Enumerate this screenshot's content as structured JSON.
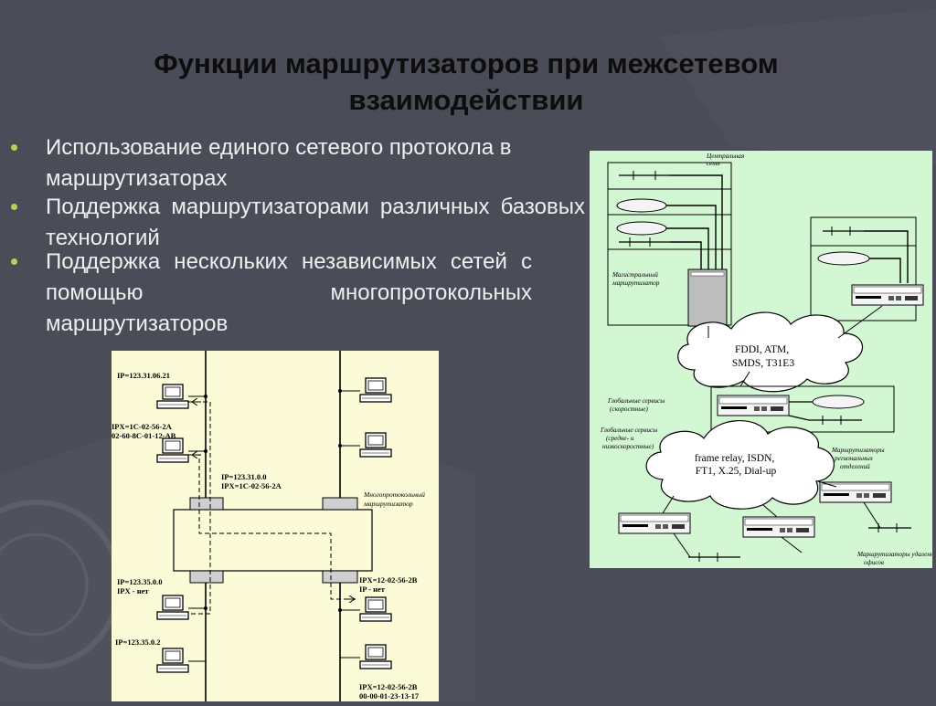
{
  "slide": {
    "title": "Функции маршрутизаторов при межсетевом взаимодействии",
    "bullets": [
      "Использование единого сетевого протокола в маршрутизаторах",
      "Поддержка маршрутизаторами различных базовых технологий",
      "Поддержка нескольких независимых сетей с помощью многопротокольных маршрутизаторов"
    ]
  },
  "left_diagram": {
    "labels": {
      "ip1": "IP=123.31.06.21",
      "ipx1a": "IPX=1C-02-56-2A",
      "ipx1b": "02-60-8C-01-12-AB",
      "ip_port1": "IP=123.31.0.0",
      "ipx_port1": "IPX=1C-02-56-2A",
      "router": "Многопротокольный маршрутизатор",
      "ip_port2": "IP=123.35.0.0",
      "ipx_port2": "IPX - нет",
      "ipx_port3": "IPX=12-02-56-2B",
      "ip_port3": "IP - нет",
      "ip2": "IP=123.35.0.2",
      "ipx2a": "IPX=12-02-56-2B",
      "ipx2b": "00-00-01-23-13-17"
    }
  },
  "right_diagram": {
    "labels": {
      "central": "Центральная сеть",
      "backbone": "Магистральный маршрутизатор",
      "cloud1_l1": "FDDI, ATM,",
      "cloud1_l2": "SMDS, T31E3",
      "global_fast": "Глобальные сервисы (скоростные)",
      "global_slow": "Глобальные сервисы (средне- и низкоскоростные)",
      "cloud2_l1": "frame relay, ISDN,",
      "cloud2_l2": "FT1, X.25, Dial-up",
      "regional": "Маршрутизаторы региональных отделений",
      "remote": "Маршрутизаторы удаленных офисов"
    }
  },
  "colors": {
    "background": "#4a4c57",
    "bullet_dot": "#c7c95a",
    "left_panel": "#fbfbd8",
    "right_panel": "#d2f7d2"
  }
}
